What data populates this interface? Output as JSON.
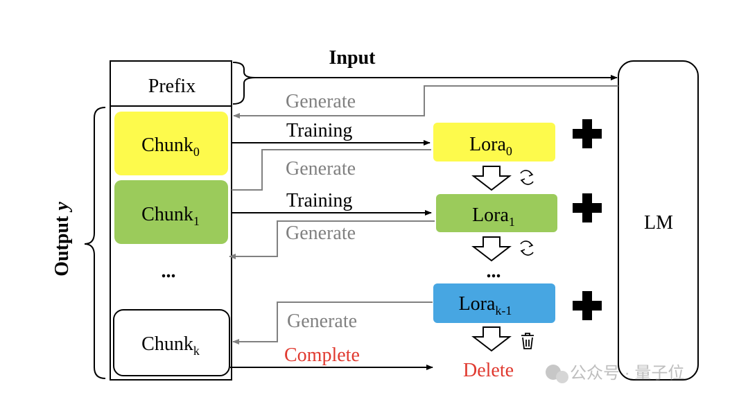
{
  "labels": {
    "input": "Input",
    "prefix": "Prefix",
    "output_prefix": "Output",
    "output_var": "y",
    "lm": "LM",
    "ellipsis_left": "...",
    "ellipsis_mid": "...",
    "complete": "Complete",
    "delete": "Delete"
  },
  "chunks": [
    {
      "base": "Chunk",
      "sub": "0"
    },
    {
      "base": "Chunk",
      "sub": "1"
    },
    {
      "base": "Chunk",
      "sub": "k"
    }
  ],
  "loras": [
    {
      "base": "Lora",
      "sub": "0"
    },
    {
      "base": "Lora",
      "sub": "1"
    },
    {
      "base": "Lora",
      "sub": "k-1"
    }
  ],
  "arrows": {
    "generate_top": "Generate",
    "training_0": "Training",
    "generate_0": "Generate",
    "training_1": "Training",
    "generate_1": "Generate",
    "generate_k": "Generate"
  },
  "watermark": "公众号 · 量子位",
  "colors": {
    "yellow": "#fdfa4c",
    "green": "#9bcb5b",
    "blue": "#47a6e2",
    "gray_arrow": "#808080",
    "red": "#e03a30"
  }
}
